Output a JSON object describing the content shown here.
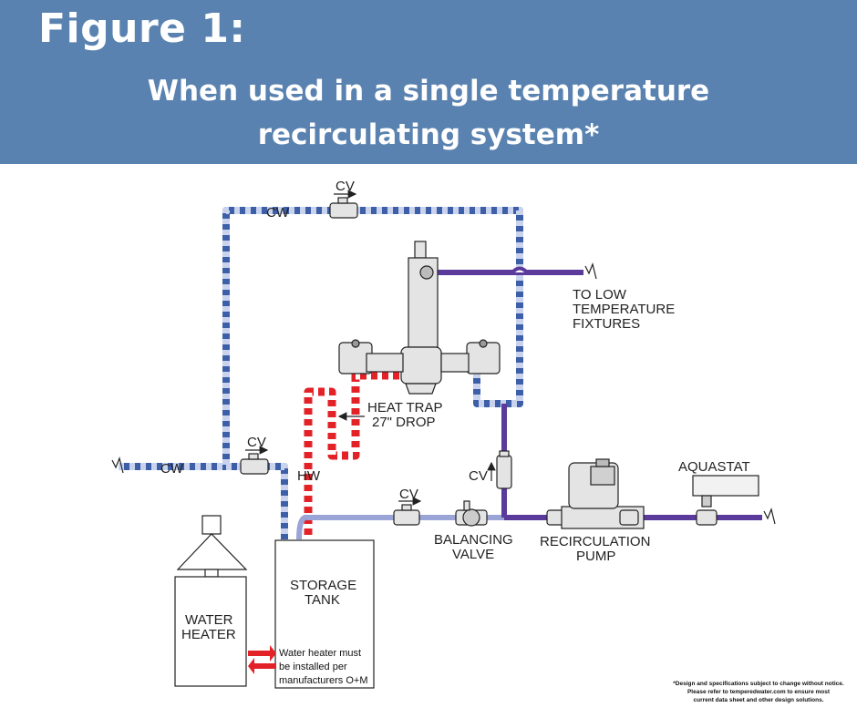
{
  "header": {
    "title": "Figure 1:",
    "subtitle_line1": "When used in a single temperature",
    "subtitle_line2": "recirculating system*"
  },
  "labels": {
    "cv_top": "CV",
    "cw_top": "CW",
    "to_low_1": "TO LOW",
    "to_low_2": "TEMPERATURE",
    "to_low_3": "FIXTURES",
    "heat_trap_1": "HEAT TRAP",
    "heat_trap_2": "27\" DROP",
    "cv_left": "CV",
    "cw_left": "CW",
    "hw": "HW",
    "cv_mid": "CV",
    "cv_vert": "CV",
    "aquastat": "AQUASTAT",
    "balancing_1": "BALANCING",
    "balancing_2": "VALVE",
    "recirc_1": "RECIRCULATION",
    "recirc_2": "PUMP",
    "storage_1": "STORAGE",
    "storage_2": "TANK",
    "water_heater_1": "WATER",
    "water_heater_2": "HEATER",
    "note_1": "Water heater must",
    "note_2": "be installed per",
    "note_3": "manufacturers O+M"
  },
  "footnote": {
    "line1": "*Design and specifications subject to change without notice.",
    "line2": "Please refer to temperedwater.com to ensure most",
    "line3": "current data sheet and other design solutions."
  },
  "colors": {
    "banner": "#5a82b0",
    "cold_pipe": "#3d5fa8",
    "hot_pipe": "#e32228",
    "tempered_pipe": "#5a3a9a",
    "return_pipe": "#9aa4d6"
  }
}
